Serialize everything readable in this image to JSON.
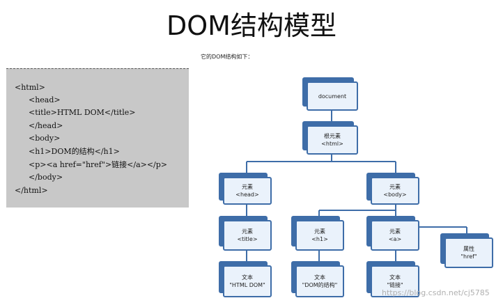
{
  "title": "DOM结构模型",
  "code": {
    "lines": [
      "<html>",
      "<head>",
      "<title>HTML DOM</title>",
      "</head>",
      "<body>",
      "<h1>DOM的结构</h1>",
      "<p><a href=\"href\">链接</a></p>",
      "</body>",
      "</html>"
    ]
  },
  "caption": "它的DOM结构如下：",
  "tree": {
    "document": {
      "line1": "document"
    },
    "root": {
      "line1": "根元素",
      "line2": "<html>"
    },
    "head": {
      "line1": "元素",
      "line2": "<head>"
    },
    "body": {
      "line1": "元素",
      "line2": "<body>"
    },
    "title_el": {
      "line1": "元素",
      "line2": "<title>"
    },
    "h1": {
      "line1": "元素",
      "line2": "<h1>"
    },
    "a": {
      "line1": "元素",
      "line2": "<a>"
    },
    "attr": {
      "line1": "属性",
      "line2": "\"href\""
    },
    "text_title": {
      "line1": "文本",
      "line2": "\"HTML DOM\""
    },
    "text_h1": {
      "line1": "文本",
      "line2": "\"DOM的结构\""
    },
    "text_a": {
      "line1": "文本",
      "line2": "\"链接\""
    }
  },
  "colors": {
    "node_border": "#3e6da8",
    "node_fill": "#eaf2fb",
    "line": "#3e6da8",
    "code_bg": "#c8c8c8"
  },
  "watermark": "https://blog.csdn.net/cj5785"
}
